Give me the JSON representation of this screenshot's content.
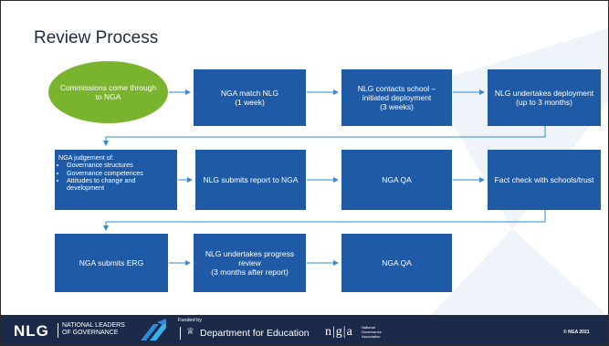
{
  "slide": {
    "title": "Review Process"
  },
  "colors": {
    "box": "#1f5aa6",
    "ellipse": "#7ab32e",
    "arrow": "#2e8bd8",
    "footer": "#1c2a4a",
    "background_shape": "#eef4fa"
  },
  "flow": {
    "commissions": "Commissions come through to NGA",
    "nga_match": "NGA match NLG\n(1 week)",
    "nlg_contacts": "NLG contacts school – initiated deployment\n(3 weeks)",
    "nlg_undertakes_deployment": "NLG undertakes deployment (up to 3 months)",
    "judgement_title": "NGA judgement of:",
    "judgement_items": [
      "Governance structures",
      "Governance competences",
      "Attitudes to change and development"
    ],
    "nlg_submits_report": "NLG submits report to NGA",
    "nga_qa_1": "NGA QA",
    "fact_check": "Fact check with schools/trust",
    "nga_submits_erg": "NGA submits ERG",
    "nlg_progress_review": "NLG undertakes progress review\n(3 months after report)",
    "nga_qa_2": "NGA QA"
  },
  "footer": {
    "nlg_logo": "NLG",
    "nlg_line1": "NATIONAL LEADERS",
    "nlg_line2": "OF GOVERNANCE",
    "funded_by": "Funded by",
    "crest_icon": "royal-crest-icon",
    "dfe": "Department for Education",
    "nga_logo": "n|g|a",
    "nga_sub1": "National",
    "nga_sub2": "Governance",
    "nga_sub3": "Association",
    "copyright": "© NGA 2021"
  }
}
